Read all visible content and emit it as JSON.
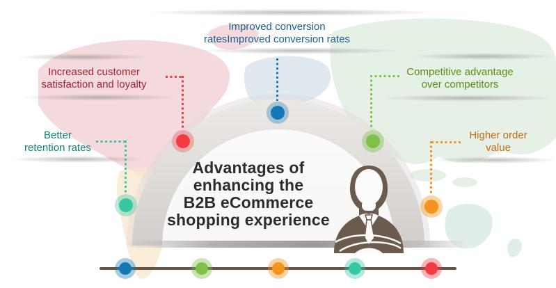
{
  "title": {
    "lines": [
      "Advantages of",
      "enhancing the",
      "B2B eCommerce",
      "shopping experience"
    ],
    "color": "#2c2c2c"
  },
  "advantages": [
    {
      "name": "better-retention-rates",
      "lines": [
        "Better",
        "retention rates"
      ],
      "text_color": "#0d8173",
      "dot_color": "#35c8a2",
      "halo_color": "rgba(53,200,162,0.35)"
    },
    {
      "name": "increased-customer-satisfaction",
      "lines": [
        "Increased customer",
        "satisfaction and loyalty"
      ],
      "text_color": "#a82230",
      "dot_color": "#f23b42",
      "halo_color": "rgba(242,59,66,0.32)"
    },
    {
      "name": "improved-conversion-rates",
      "lines": [
        "Improved conversion",
        "ratesImproved conversion rates"
      ],
      "text_color": "#1d6090",
      "dot_color": "#1478b4",
      "halo_color": "rgba(20,120,180,0.33)"
    },
    {
      "name": "competitive-advantage",
      "lines": [
        "Competitive advantage",
        "over competitors"
      ],
      "text_color": "#578e11",
      "dot_color": "#7fc04a",
      "halo_color": "rgba(127,192,74,0.40)"
    },
    {
      "name": "higher-order-value",
      "lines": [
        "Higher order",
        "value"
      ],
      "text_color": "#bf6d12",
      "dot_color": "#f5931f",
      "halo_color": "rgba(245,147,31,0.40)"
    }
  ],
  "timeline": {
    "line_color": "#64544a",
    "dots": [
      {
        "color": "#1478b4",
        "halo": "rgba(20,120,180,0.38)"
      },
      {
        "color": "#7fc04a",
        "halo": "rgba(127,192,74,0.42)"
      },
      {
        "color": "#f5931f",
        "halo": "rgba(245,147,31,0.42)"
      },
      {
        "color": "#35c8a2",
        "halo": "rgba(53,200,162,0.40)"
      },
      {
        "color": "#f23b42",
        "halo": "rgba(242,59,66,0.38)"
      }
    ]
  },
  "figure": {
    "color": "#6b5b4c",
    "face_color": "#fcfbfa"
  },
  "background_map": {
    "north_america": "#f2cdd2",
    "greenland": "#f2cdd2",
    "south_america": "#f7e7d0",
    "europe": "#d5e1ea",
    "africa": "#f8d7c9",
    "asia": "#dcebdc",
    "australia": "#dbece6"
  }
}
